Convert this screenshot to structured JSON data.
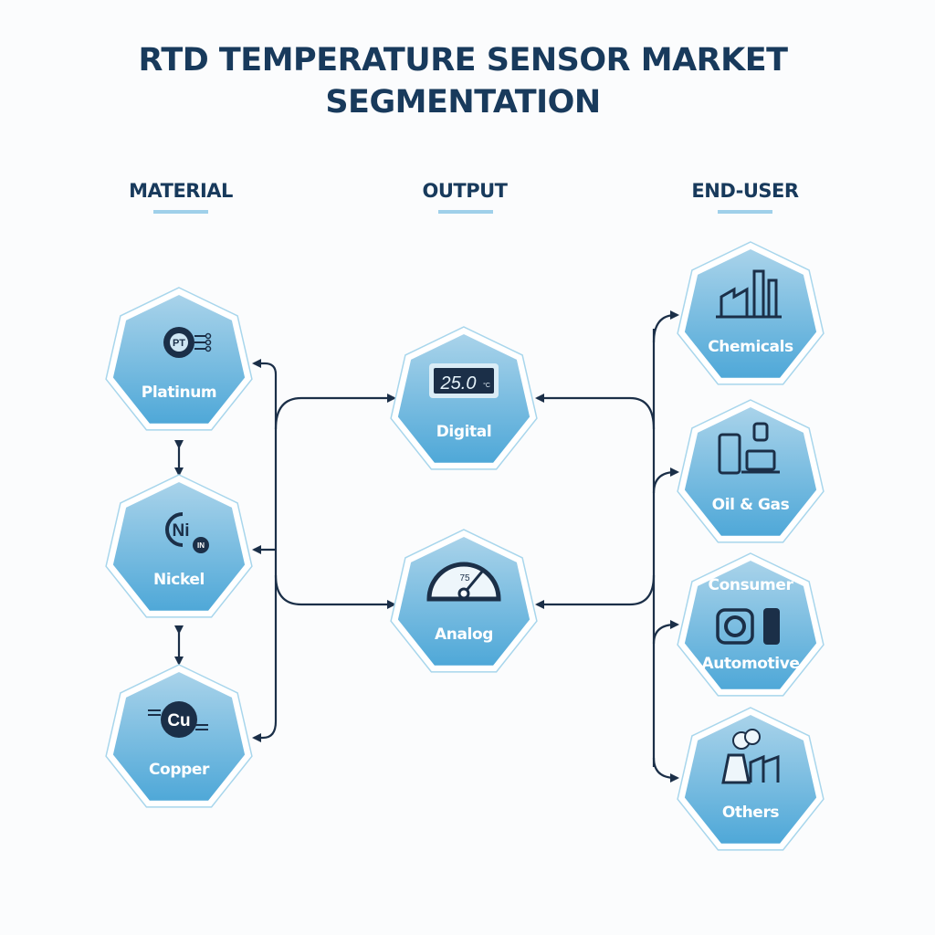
{
  "title": {
    "line1": "RTD TEMPERATURE SENSOR MARKET",
    "line2": "SEGMENTATION"
  },
  "columns": {
    "material": "MATERIAL",
    "output": "OUTPUT",
    "end_user": "END-USER"
  },
  "material": [
    {
      "label": "Platinum",
      "icon": "pt-chip-icon",
      "symbol": "PT"
    },
    {
      "label": "Nickel",
      "icon": "ni-element-icon",
      "symbol": "Ni",
      "badge": "IN"
    },
    {
      "label": "Copper",
      "icon": "cu-element-icon",
      "symbol": "Cu"
    }
  ],
  "output": [
    {
      "label": "Digital",
      "icon": "digital-display-icon",
      "reading": "25.0",
      "unit": "°C"
    },
    {
      "label": "Analog",
      "icon": "gauge-icon",
      "reading": "75"
    }
  ],
  "end_user": [
    {
      "label": "Chemicals",
      "icon": "factory-icon"
    },
    {
      "label": "Oil & Gas",
      "icon": "devices-icon"
    },
    {
      "label_top": "Consumer",
      "label": "Automotive",
      "icon": "engine-battery-icon"
    },
    {
      "label": "Others",
      "icon": "power-plant-icon"
    }
  ],
  "colors": {
    "title": "#183a5c",
    "node_top": "#a9d3ea",
    "node_bottom": "#4fa8d8",
    "line": "#1b2f48",
    "underline": "#9fd0ea"
  }
}
